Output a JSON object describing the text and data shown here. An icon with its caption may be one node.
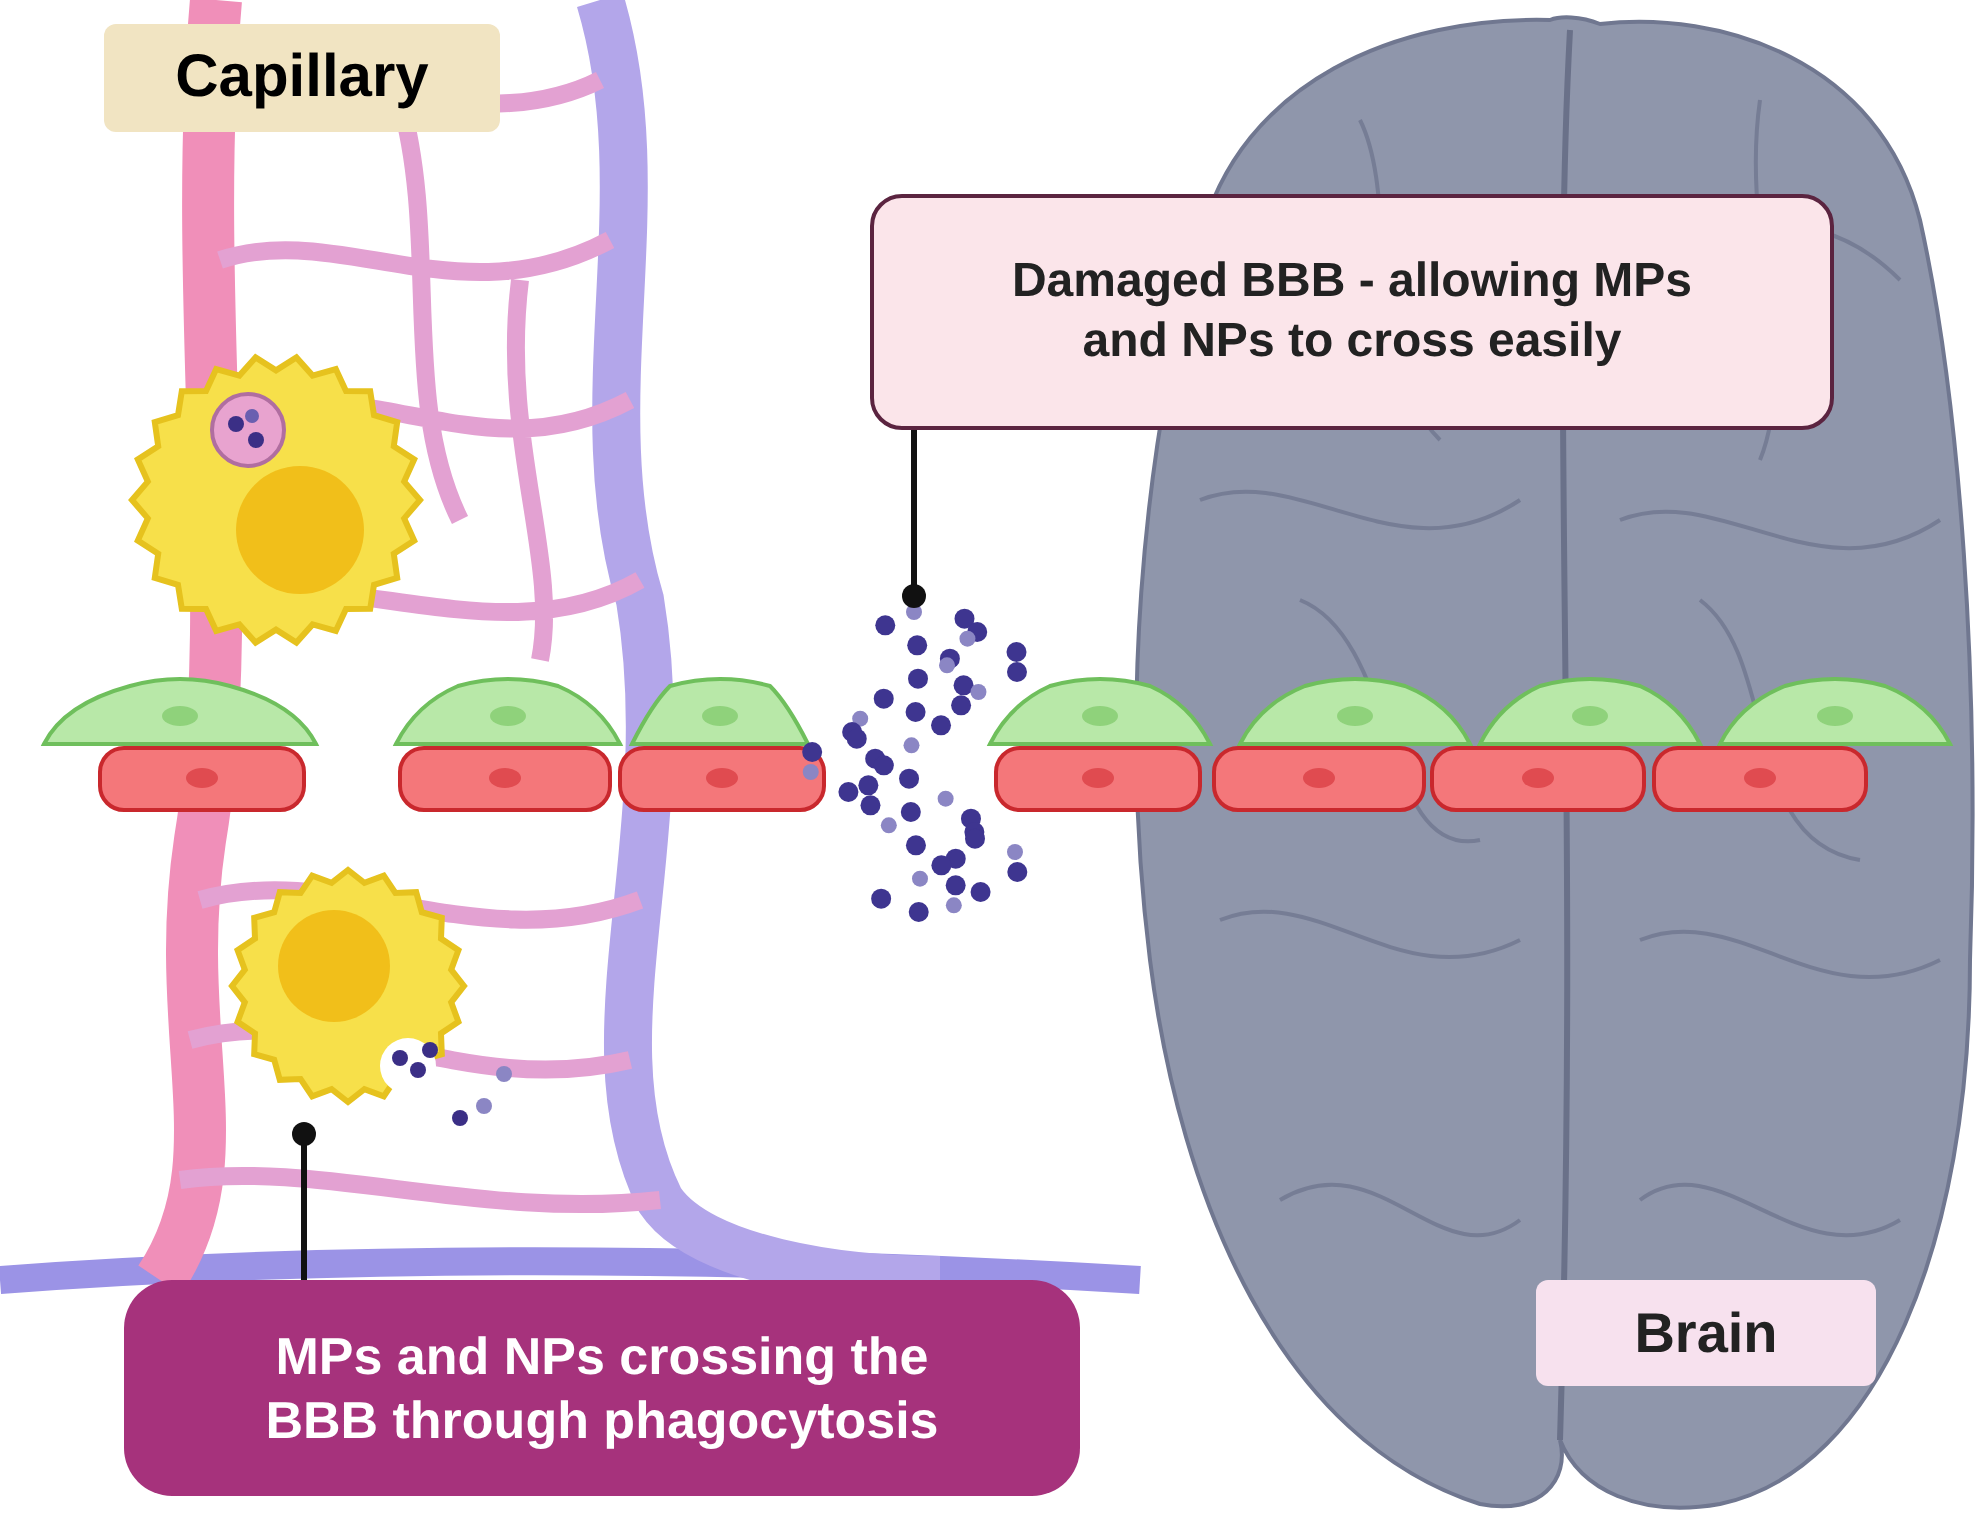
{
  "diagram": {
    "nodes": [
      {
        "text": [
          "Capillary"
        ]
      },
      {
        "text": [
          "Damaged BBB - allowing MPs and NPs to cross easily"
        ]
      },
      {
        "text": [
          "MPs and NPs crossing the BBB through phagocytosis"
        ]
      },
      {
        "text": [
          "Brain"
        ]
      },
      {
        "text": [],
        "shape": "picture"
      },
      {
        "text": [],
        "shape": "picture"
      }
    ],
    "edges": [
      {
        "from": 1,
        "to": 4,
        "arrow": "other"
      },
      {
        "from": 2,
        "to": 5,
        "arrow": "other"
      }
    ]
  }
}
